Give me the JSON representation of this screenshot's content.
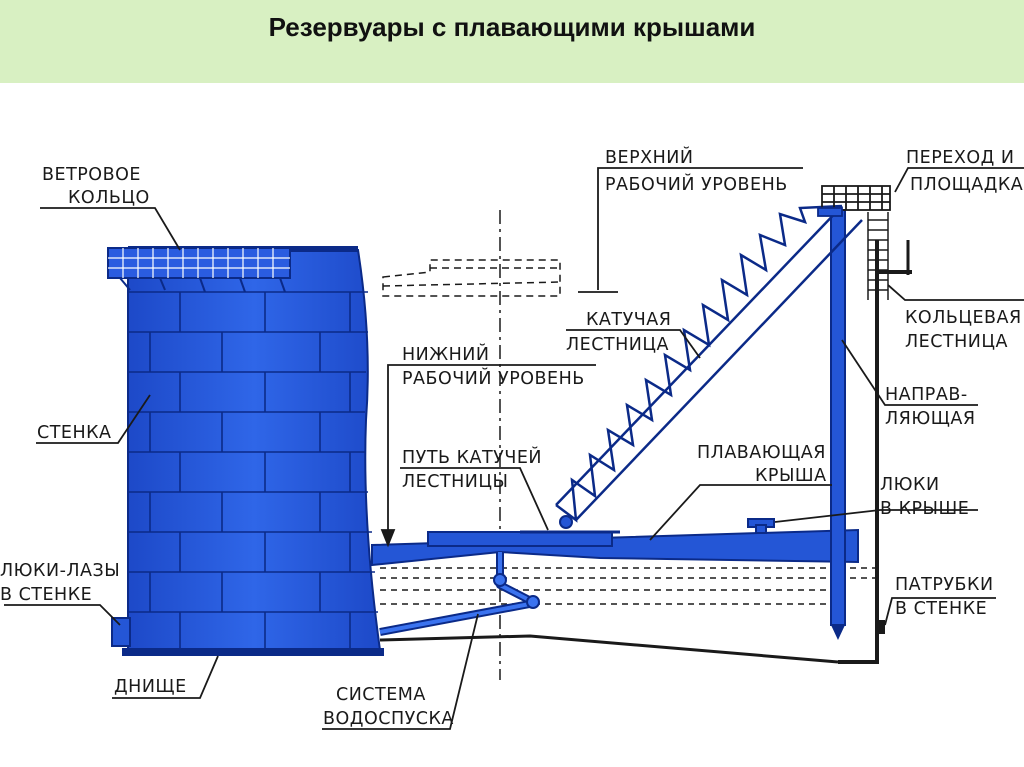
{
  "title": "Резервуары с плавающими крышами",
  "labels": {
    "wind_ring_1": "ВЕТРОВОЕ",
    "wind_ring_2": "КОЛЬЦО",
    "wall": "СТЕНКА",
    "manholes_1": "ЛЮКИ-ЛАЗЫ",
    "manholes_2": "В СТЕНКЕ",
    "bottom": "ДНИЩЕ",
    "drain_1": "СИСТЕМА",
    "drain_2": "ВОДОСПУСКА",
    "upper_level_1": "ВЕРХНИЙ",
    "upper_level_2": "РАБОЧИЙ УРОВЕНЬ",
    "lower_level_1": "НИЖНИЙ",
    "lower_level_2": "РАБОЧИЙ УРОВЕНЬ",
    "rolling_ladder_1": "КАТУЧАЯ",
    "rolling_ladder_2": "ЛЕСТНИЦА",
    "ladder_path_1": "ПУТЬ КАТУЧЕЙ",
    "ladder_path_2": "ЛЕСТНИЦЫ",
    "floating_roof_1": "ПЛАВАЮЩАЯ",
    "floating_roof_2": "КРЫША",
    "platform_1": "ПЕРЕХОД И",
    "platform_2": "ПЛОЩАДКА",
    "ring_ladder_1": "КОЛЬЦЕВАЯ",
    "ring_ladder_2": "ЛЕСТНИЦА",
    "guide_1": "НАПРАВ-",
    "guide_2": "ЛЯЮЩАЯ",
    "roof_hatches_1": "ЛЮКИ",
    "roof_hatches_2": "В КРЫШЕ",
    "nozzles_1": "ПАТРУБКИ",
    "nozzles_2": "В СТЕНКЕ"
  },
  "colors": {
    "header_bg": "#d8f0c2",
    "tank_blue": "#2456d6",
    "tank_dark": "#0b2a88",
    "line": "#1a1a1a"
  }
}
